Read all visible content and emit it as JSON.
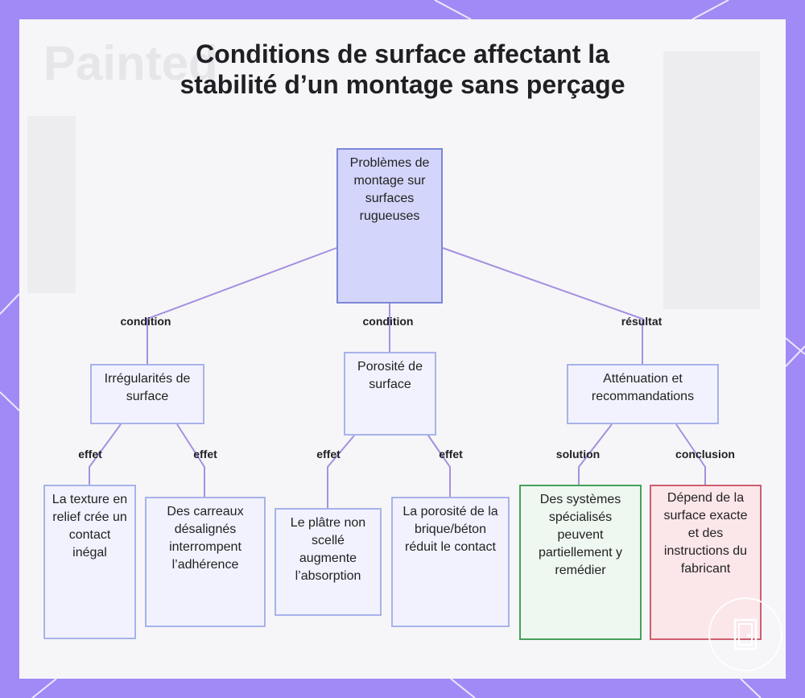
{
  "title": {
    "line1": "Conditions de surface affectant la",
    "line2": "stabilité d’un montage sans perçage"
  },
  "background_text": "Painted",
  "nodes": {
    "root": "Problèmes de montage sur surfaces rugueuses",
    "irregularites": "Irrégularités de surface",
    "porosite": "Porosité de surface",
    "attenuation": "Atténuation et recommandations",
    "texture": "La texture en relief crée un contact inégal",
    "carreaux": "Des carreaux désalignés interrompent l’adhérence",
    "platre": "Le plâtre non scellé augmente l’absorption",
    "brique": "La porosité de la brique/béton réduit le contact",
    "systemes": "Des systèmes spécialisés peuvent partiellement y remédier",
    "depend": "Dépend de la surface exacte et des instructions du fabricant"
  },
  "edges": {
    "root_irregularites": "condition",
    "root_porosite": "condition",
    "root_attenuation": "résultat",
    "irregularites_texture": "effet",
    "irregularites_carreaux": "effet",
    "porosite_platre": "effet",
    "porosite_brique": "effet",
    "attenuation_systemes": "solution",
    "attenuation_depend": "conclusion"
  },
  "colors": {
    "background": "#a18af5",
    "card": "#f6f6f8",
    "connector": "#a68fe0",
    "root_fill": "#d3d6fa",
    "solution_border": "#47a05a",
    "conclusion_border": "#cf5e70"
  },
  "icons": {
    "corner_logo": "door-icon"
  }
}
